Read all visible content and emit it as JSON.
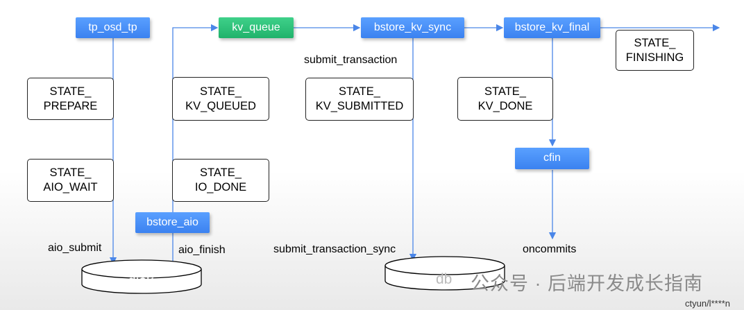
{
  "threads": {
    "tp_osd_tp": "tp_osd_tp",
    "kv_queue": "kv_queue",
    "bstore_kv_sync": "bstore_kv_sync",
    "bstore_kv_final": "bstore_kv_final",
    "bstore_aio": "bstore_aio",
    "cfin": "cfin"
  },
  "states": {
    "prepare": "STATE_\nPREPARE",
    "aio_wait": "STATE_\nAIO_WAIT",
    "kv_queued": "STATE_\nKV_QUEUED",
    "io_done": "STATE_\nIO_DONE",
    "kv_submitted": "STATE_\nKV_SUBMITTED",
    "kv_done": "STATE_\nKV_DONE",
    "finishing": "STATE_\nFINISHING"
  },
  "labels": {
    "submit_transaction": "submit_transaction",
    "aio_submit": "aio_submit",
    "aio_finish": "aio_finish",
    "submit_transaction_sync": "submit_transaction_sync",
    "oncommits": "oncommits"
  },
  "disks": {
    "disk": "disk",
    "db": "db"
  },
  "watermark": "公众号 · 后端开发成长指南",
  "credit": "ctyun/l****n",
  "colors": {
    "thread_blue": "#3b82f0",
    "thread_green": "#20b26b",
    "arrow": "#4a86e8"
  }
}
